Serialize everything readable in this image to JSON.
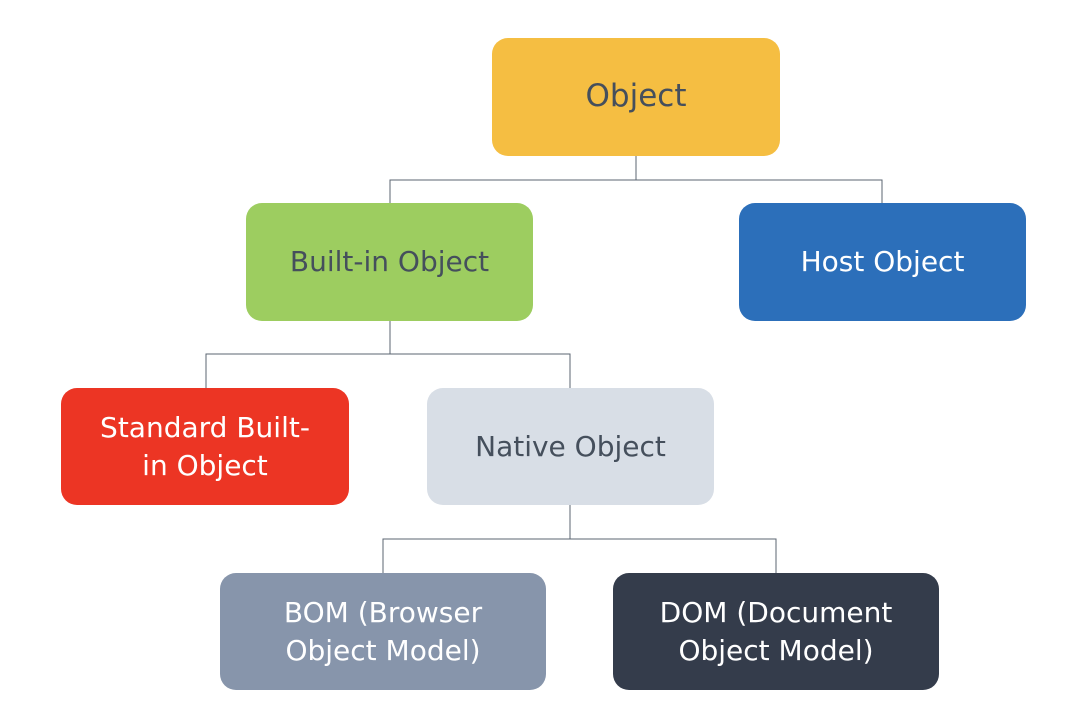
{
  "diagram": {
    "nodes": [
      {
        "id": "object",
        "label": "Object",
        "color": "#f5be42",
        "text_color": "#454f5c"
      },
      {
        "id": "builtin",
        "label": "Built-in Object",
        "color": "#9dcd60",
        "text_color": "#454f5c"
      },
      {
        "id": "host",
        "label": "Host Object",
        "color": "#2c6fba",
        "text_color": "#ffffff"
      },
      {
        "id": "standard",
        "label": "Standard Built-\nin Object",
        "color": "#ec3524",
        "text_color": "#ffffff"
      },
      {
        "id": "native",
        "label": "Native Object",
        "color": "#d8dee6",
        "text_color": "#454f5c"
      },
      {
        "id": "bom",
        "label": "BOM (Browser\nObject Model)",
        "color": "#8795ab",
        "text_color": "#ffffff"
      },
      {
        "id": "dom",
        "label": "DOM (Document\nObject Model)",
        "color": "#343c4b",
        "text_color": "#ffffff"
      }
    ],
    "edges": [
      {
        "from": "object",
        "to": "builtin"
      },
      {
        "from": "object",
        "to": "host"
      },
      {
        "from": "builtin",
        "to": "standard"
      },
      {
        "from": "builtin",
        "to": "native"
      },
      {
        "from": "native",
        "to": "bom"
      },
      {
        "from": "native",
        "to": "dom"
      }
    ],
    "line_color": "#5b6572"
  }
}
